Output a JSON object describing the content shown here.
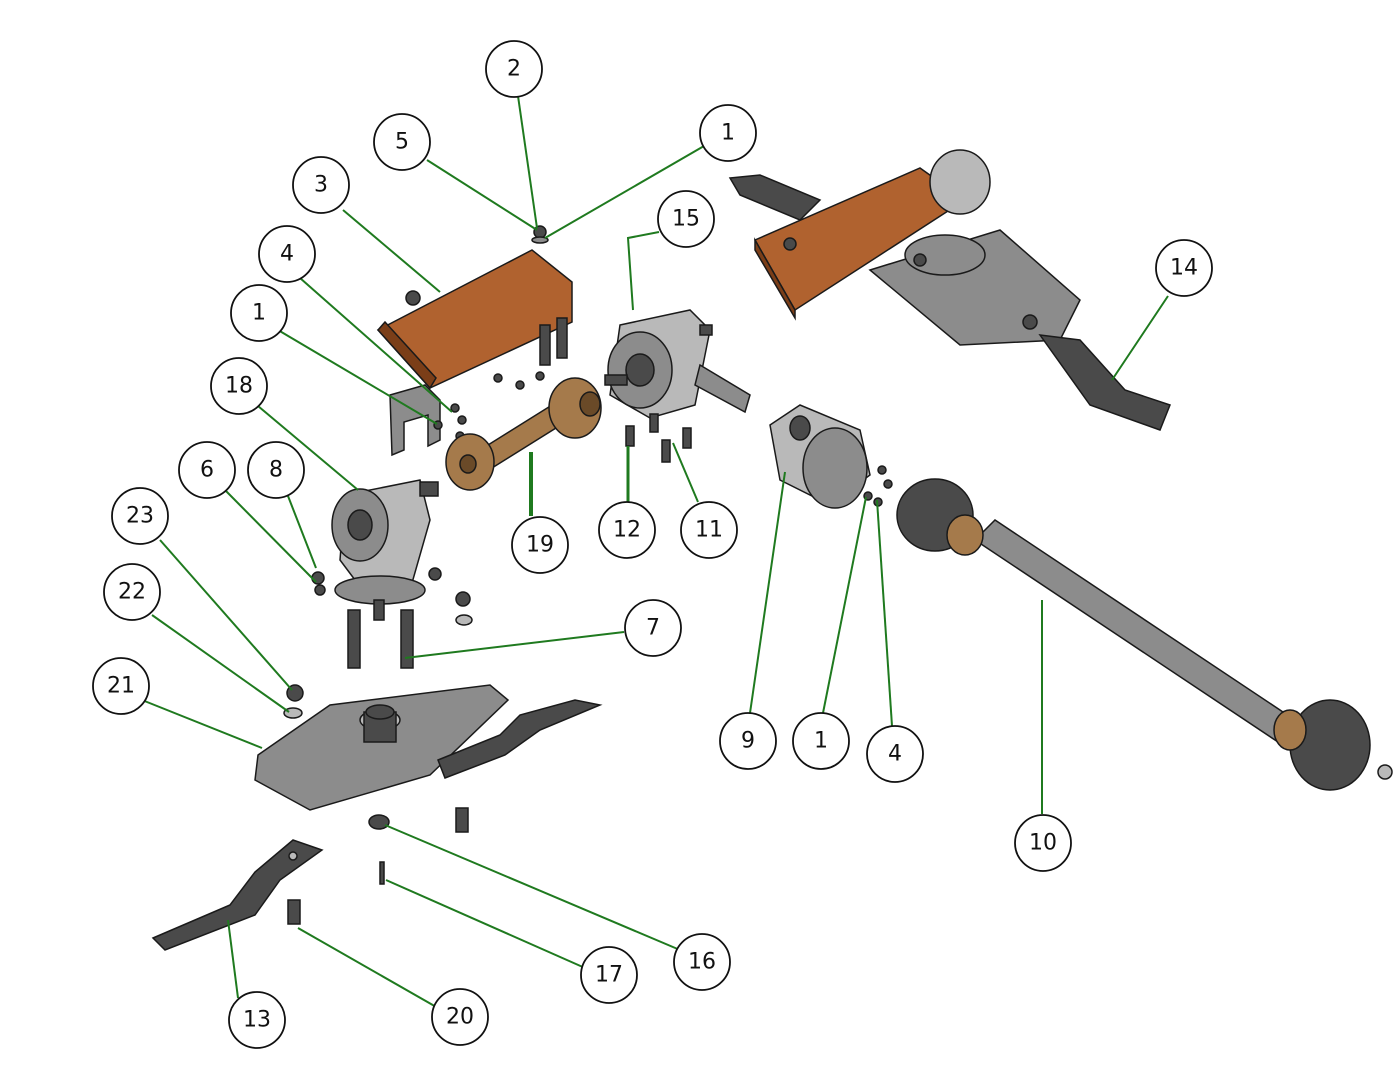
{
  "colors": {
    "leader": "#1f7a1f",
    "cover": "#b0622f",
    "metal": "#8c8c8c",
    "bearing": "#a57a4b"
  },
  "callouts": [
    {
      "label": "2"
    },
    {
      "label": "5"
    },
    {
      "label": "1"
    },
    {
      "label": "3"
    },
    {
      "label": "15"
    },
    {
      "label": "4"
    },
    {
      "label": "1"
    },
    {
      "label": "14"
    },
    {
      "label": "18"
    },
    {
      "label": "6"
    },
    {
      "label": "8"
    },
    {
      "label": "23"
    },
    {
      "label": "19"
    },
    {
      "label": "12"
    },
    {
      "label": "11"
    },
    {
      "label": "22"
    },
    {
      "label": "7"
    },
    {
      "label": "21"
    },
    {
      "label": "9"
    },
    {
      "label": "1"
    },
    {
      "label": "4"
    },
    {
      "label": "10"
    },
    {
      "label": "16"
    },
    {
      "label": "17"
    },
    {
      "label": "13"
    },
    {
      "label": "20"
    }
  ]
}
